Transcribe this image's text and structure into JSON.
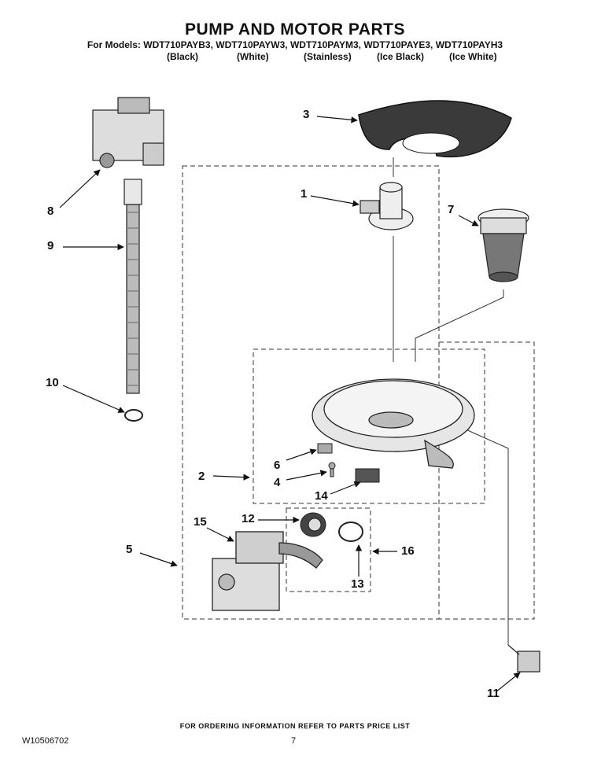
{
  "header": {
    "title": "PUMP AND MOTOR PARTS",
    "models_line": "For Models: WDT710PAYB3, WDT710PAYW3, WDT710PAYM3, WDT710PAYE3, WDT710PAYH3",
    "colors": [
      "(Black)",
      "(White)",
      "(Stainless)",
      "(Ice Black)",
      "(Ice White)"
    ]
  },
  "callouts": {
    "c1": "1",
    "c2": "2",
    "c3": "3",
    "c4": "4",
    "c5": "5",
    "c6": "6",
    "c7": "7",
    "c8": "8",
    "c9": "9",
    "c10": "10",
    "c11": "11",
    "c12": "12",
    "c13": "13",
    "c14": "14",
    "c15": "15",
    "c16": "16"
  },
  "footer": {
    "ordering_note": "FOR ORDERING INFORMATION REFER TO PARTS PRICE LIST",
    "doc_number": "W10506702",
    "page_number": "7"
  }
}
